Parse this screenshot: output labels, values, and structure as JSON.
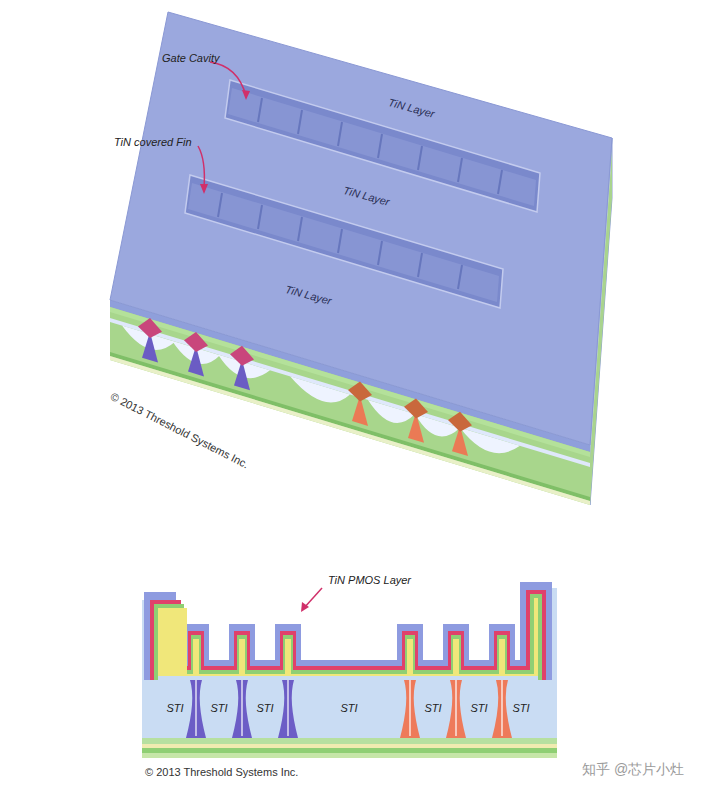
{
  "diagram": {
    "labels": [
      "Gate Cavity",
      "TiN covered Fin",
      "TiN Layer",
      "TiN Layer",
      "TiN Layer",
      "© 2013 Threshold Systems Inc.",
      "TiN PMOS Layer",
      "STI",
      "STI",
      "STI",
      "STI",
      "STI",
      "STI",
      "STI",
      "© 2013 Threshold Systems Inc.",
      "知乎 @芯片小灶"
    ]
  }
}
